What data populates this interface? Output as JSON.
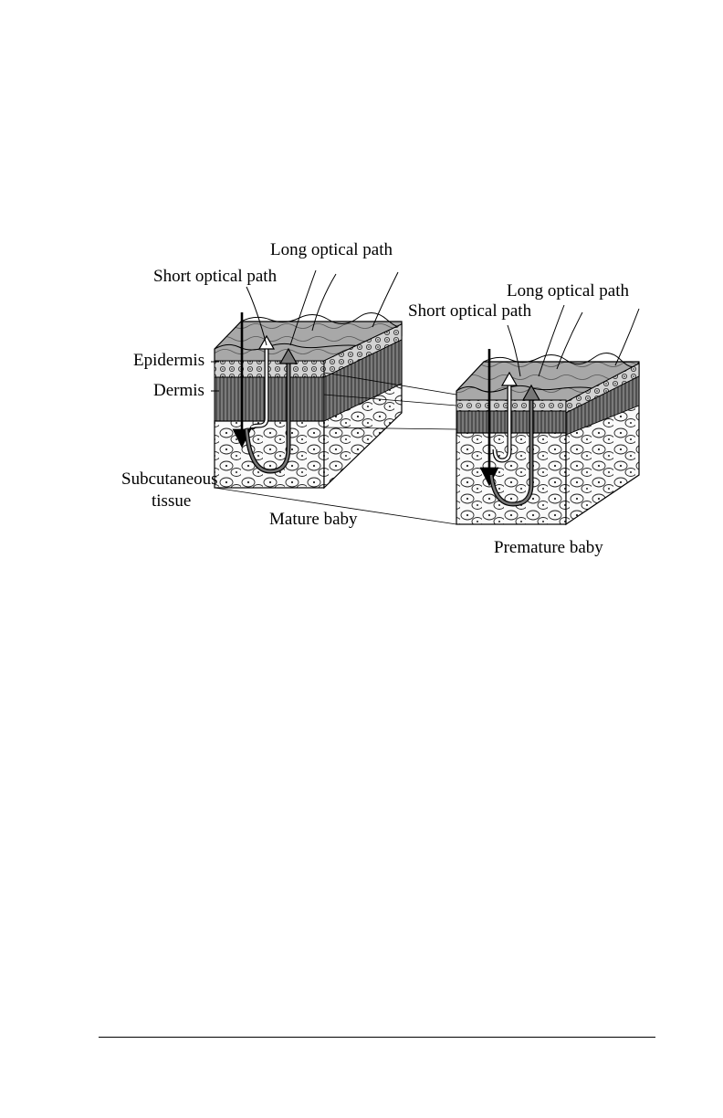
{
  "figure": {
    "mature": {
      "long_path_label": "Long optical path",
      "short_path_label": "Short optical path",
      "epidermis_label": "Epidermis",
      "dermis_label": "Dermis",
      "subcutaneous_label_line1": "Subcutaneous",
      "subcutaneous_label_line2": "tissue",
      "caption": "Mature baby"
    },
    "premature": {
      "long_path_label": "Long optical path",
      "short_path_label": "Short optical path",
      "caption": "Premature baby"
    }
  }
}
